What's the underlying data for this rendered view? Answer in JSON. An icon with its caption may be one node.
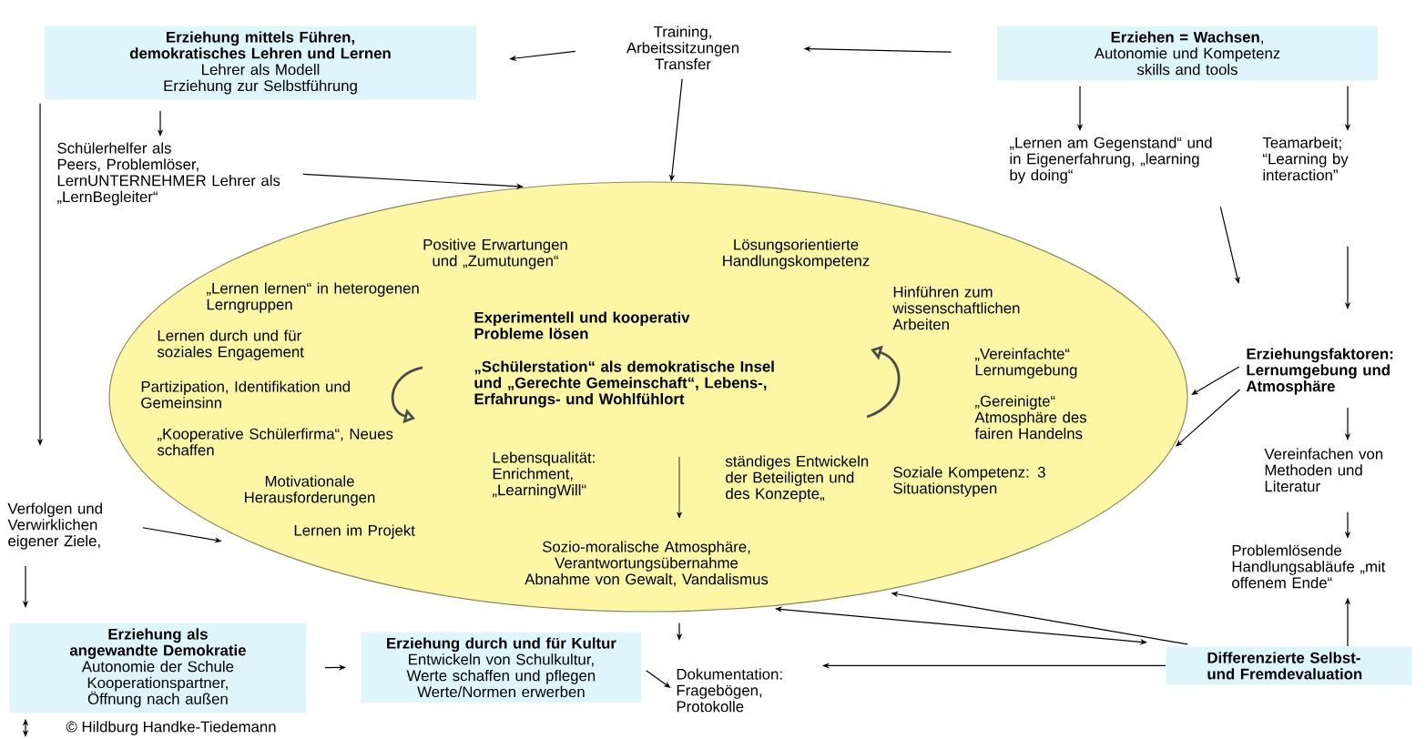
{
  "diagram": {
    "nodes": [
      {
        "text": [
          "Erziehung mittels Führen, demokratisches Lehren und Lernen",
          "Lehrer als Modell",
          "Erziehung zur Selbstführung"
        ]
      },
      {
        "text": [
          "Training, Arbeitssitzungen Transfer"
        ]
      },
      {
        "text": [
          "**Erziehen = Wachsen**,",
          "Autonomie und Kompetenz",
          "skills and tools"
        ]
      },
      {
        "text": [
          "Schülerhelfer als Peers, Problemlöser, LernUNTERNEHMER Lehrer als „LernBegleiter“"
        ]
      },
      {
        "text": [
          "„Lernen am Gegenstand“ und in Eigenerfahrung, „learning by doing“"
        ]
      },
      {
        "text": [
          "Teamarbeit; “Learning by interaction”"
        ]
      },
      {
        "text": [
          "Positive Erwartungen und „Zumutungen“",
          "Lösungsorientierte Handlungskompetenz",
          "„Lernen lernen“ in heterogenen Lerngruppen",
          "Experimentell und kooperativ Probleme lösen",
          "Hinführen zum wissenschaftlichen Arbeiten",
          "Lernen durch und für soziales Engagement",
          "„Schülerstation“ als demokratische Insel und „Gerechte Gemeinschaft“, Lebens-, Erfahrungs- und Wohlfühlort",
          "„Vereinfachte“ Lernumgebung",
          "Partizipation, Identifikation und Gemeinsinn",
          "„Gereinigte“ Atmosphäre des fairen Handelns",
          "„Kooperative Schülerfirma“, Neues schaffen",
          "Lebensqualität: Enrichment, „LearningWill“",
          "ständiges Entwickeln der Beteiligten und des Konzepte„",
          "Soziale Kompetenz: 3 Situationstypen",
          "Motivationale Herausforderungen",
          "Lernen im Projekt",
          "Sozio-moralische Atmosphäre, Verantwortungsübernahme Abnahme von Gewalt, Vandalismus"
        ]
      },
      {
        "text": [
          "Erziehungsfaktoren: Lernumgebung und Atmosphäre"
        ]
      },
      {
        "text": [
          "Vereinfachen von Methoden und Literatur"
        ]
      },
      {
        "text": [
          "Verfolgen und Verwirklichen eigener Ziele,"
        ]
      },
      {
        "text": [
          "Problemlösende Handlungsabläufe „mit offenem Ende“"
        ]
      },
      {
        "text": [
          "Erziehung als angewandte Demokratie",
          "Autonomie der Schule",
          "Kooperationspartner,",
          "Öffnung nach außen"
        ]
      },
      {
        "text": [
          "Erziehung durch und für Kultur",
          "Entwickeln von Schulkultur,",
          "Werte schaffen und pflegen",
          "Werte/Normen erwerben"
        ]
      },
      {
        "text": [
          "Dokumentation: Fragebögen, Protokolle"
        ]
      },
      {
        "text": [
          "Differenzierte Selbst- und Fremdevaluation"
        ]
      }
    ],
    "edges": [
      {
        "from": 1,
        "to": 0,
        "arrow": "to"
      },
      {
        "from": 2,
        "to": 1,
        "arrow": "to"
      },
      {
        "from": 1,
        "to": 6,
        "arrow": "to"
      },
      {
        "from": 0,
        "to": 3,
        "arrow": "to"
      },
      {
        "from": 3,
        "to": 6,
        "arrow": "to"
      },
      {
        "from": 2,
        "to": 4,
        "arrow": "to"
      },
      {
        "from": 2,
        "to": 5,
        "arrow": "to"
      },
      {
        "from": 4,
        "to": 7,
        "arrow": "to"
      },
      {
        "from": 5,
        "to": 7,
        "arrow": "to"
      },
      {
        "from": 7,
        "to": 6,
        "arrow": "to"
      },
      {
        "from": 7,
        "to": 6,
        "arrow": "to"
      },
      {
        "from": 7,
        "to": 8,
        "arrow": "to"
      },
      {
        "from": 8,
        "to": 10,
        "arrow": "to"
      },
      {
        "from": 14,
        "to": 10,
        "arrow": "to"
      },
      {
        "from": 14,
        "to": 6,
        "arrow": "to"
      },
      {
        "from": 14,
        "to": 6,
        "arrow": "both"
      },
      {
        "from": 14,
        "to": 13,
        "arrow": "to"
      },
      {
        "from": 6,
        "to": 13,
        "arrow": "to"
      },
      {
        "from": 0,
        "to": 9,
        "arrow": "to"
      },
      {
        "from": 9,
        "to": 6,
        "arrow": "to"
      },
      {
        "from": 9,
        "to": 11,
        "arrow": "to"
      },
      {
        "from": 11,
        "to": 12,
        "arrow": "to"
      },
      {
        "from": 12,
        "to": 13,
        "arrow": "to"
      },
      {
        "from": 11,
        "to": null,
        "arrow": "both"
      }
    ],
    "labels": [
      "© Hildburg Handke-Tiedemann"
    ]
  }
}
